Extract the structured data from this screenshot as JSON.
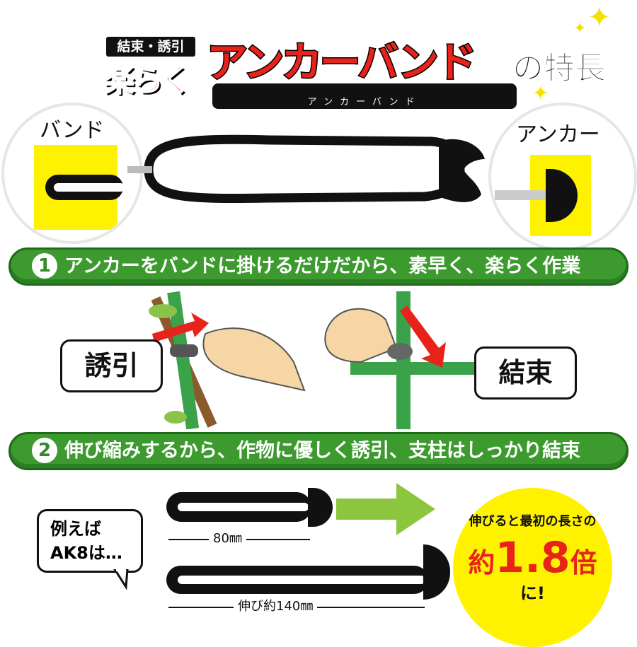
{
  "header": {
    "tag": "結束・誘引",
    "prefix": "楽らく",
    "product_name": "アンカーバンド",
    "product_reading": "アンカーバンド",
    "suffix": "の特長"
  },
  "callouts": {
    "band": "バンド",
    "anchor": "アンカー"
  },
  "feature1": {
    "number": "1",
    "text": "アンカーをバンドに掛けるだけだから、素早く、楽らく作業",
    "label_left": "誘引",
    "label_right": "結束"
  },
  "feature2": {
    "number": "2",
    "text": "伸び縮みするから、作物に優しく誘引、支柱はしっかり結束"
  },
  "example": {
    "bubble_line1": "例えば",
    "bubble_line2": "AK8は…",
    "short_length": "80㎜",
    "long_length": "伸び約140㎜",
    "badge_line1": "伸びると最初の長さの",
    "badge_prefix": "約",
    "badge_value": "1.8",
    "badge_suffix": "倍",
    "badge_line3": "に!"
  },
  "colors": {
    "red": "#e8231b",
    "green": "#3c9a2f",
    "yellow": "#fff200"
  }
}
